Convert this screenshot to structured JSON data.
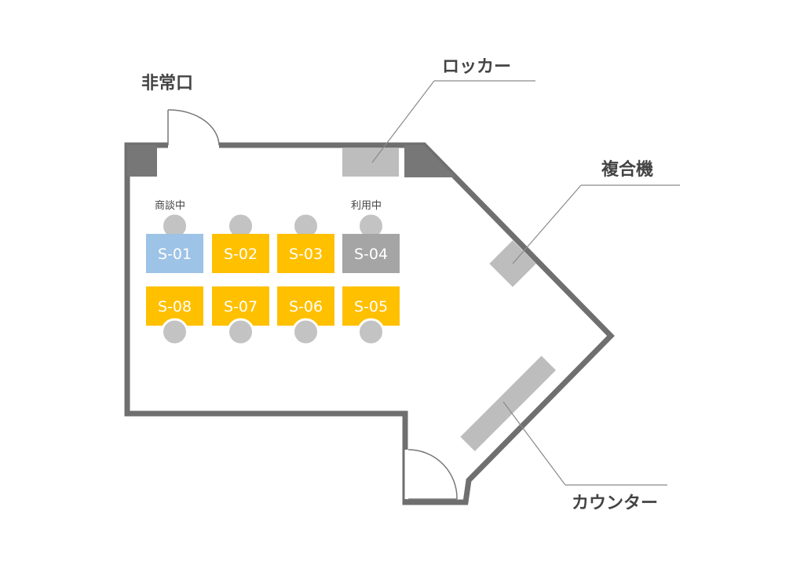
{
  "labels": {
    "emergency_exit": "非常口",
    "lockers": "ロッカー",
    "multifunction_printer": "複合機",
    "counter": "カウンター"
  },
  "status_labels": {
    "meeting": "商談中",
    "in_use": "利用中"
  },
  "seats": [
    {
      "id": "S-01",
      "status": "meeting"
    },
    {
      "id": "S-02",
      "status": "available"
    },
    {
      "id": "S-03",
      "status": "available"
    },
    {
      "id": "S-04",
      "status": "in_use"
    },
    {
      "id": "S-08",
      "status": "available"
    },
    {
      "id": "S-07",
      "status": "available"
    },
    {
      "id": "S-06",
      "status": "available"
    },
    {
      "id": "S-05",
      "status": "available"
    }
  ],
  "colors": {
    "wall": "#6f6f6f",
    "pillar": "#777777",
    "fixture": "#bdbdbd",
    "chair": "#c3c3c3",
    "available": "#ffc000",
    "meeting": "#9dc3e6",
    "in_use": "#a5a5a5",
    "leader": "#8a8a8a",
    "label_text": "#444444"
  }
}
